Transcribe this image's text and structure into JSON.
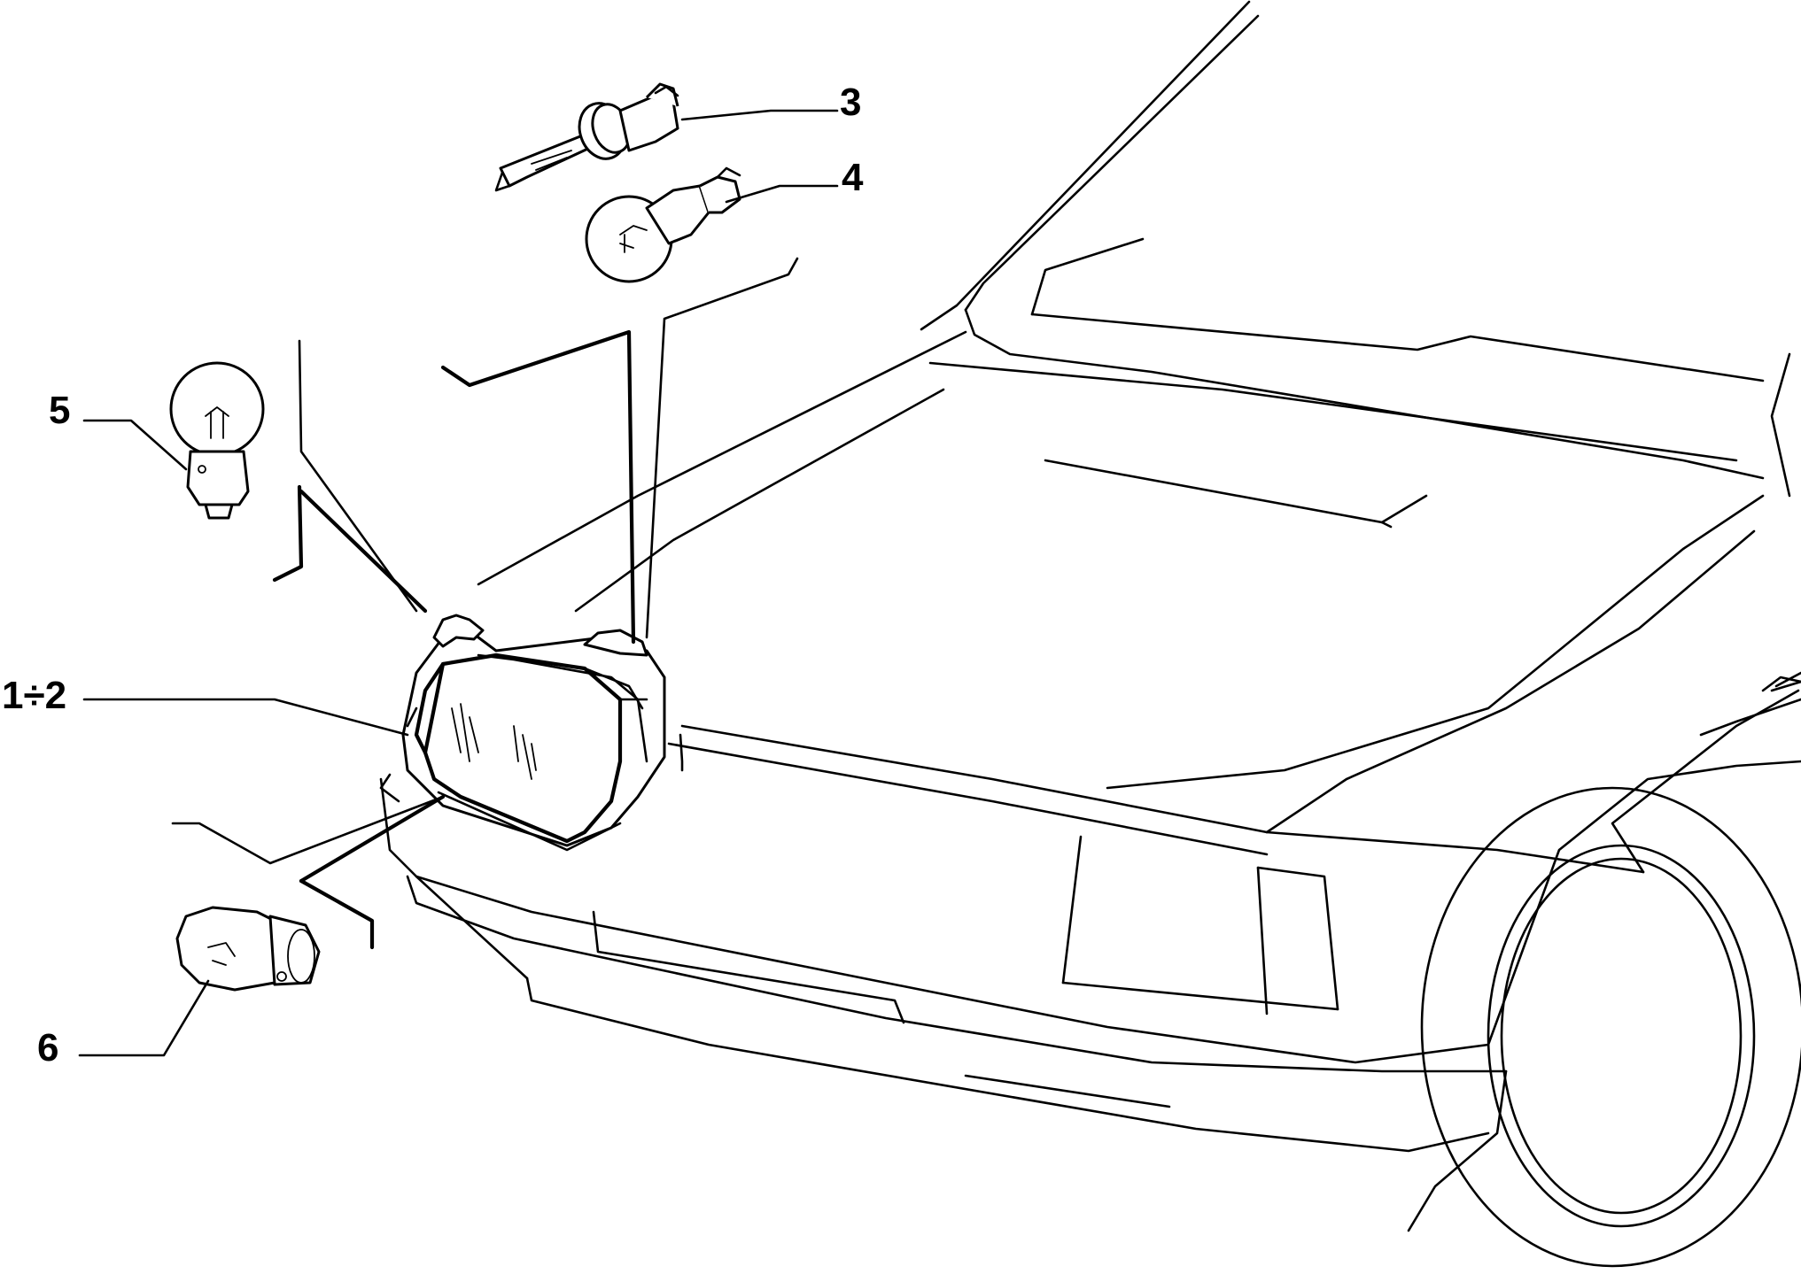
{
  "callouts": [
    {
      "id": "1-2",
      "label": "1÷2"
    },
    {
      "id": "3",
      "label": "3"
    },
    {
      "id": "4",
      "label": "4"
    },
    {
      "id": "5",
      "label": "5"
    },
    {
      "id": "6",
      "label": "6"
    }
  ],
  "parts": [
    {
      "callout": "1÷2",
      "icon": "headlamp-assembly-icon"
    },
    {
      "callout": "3",
      "icon": "halogen-bulb-icon"
    },
    {
      "callout": "4",
      "icon": "wedge-base-bulb-icon"
    },
    {
      "callout": "5",
      "icon": "bayonet-bulb-icon"
    },
    {
      "callout": "6",
      "icon": "small-bayonet-bulb-icon"
    }
  ],
  "colors": {
    "ink": "#000000",
    "paper": "#ffffff"
  }
}
